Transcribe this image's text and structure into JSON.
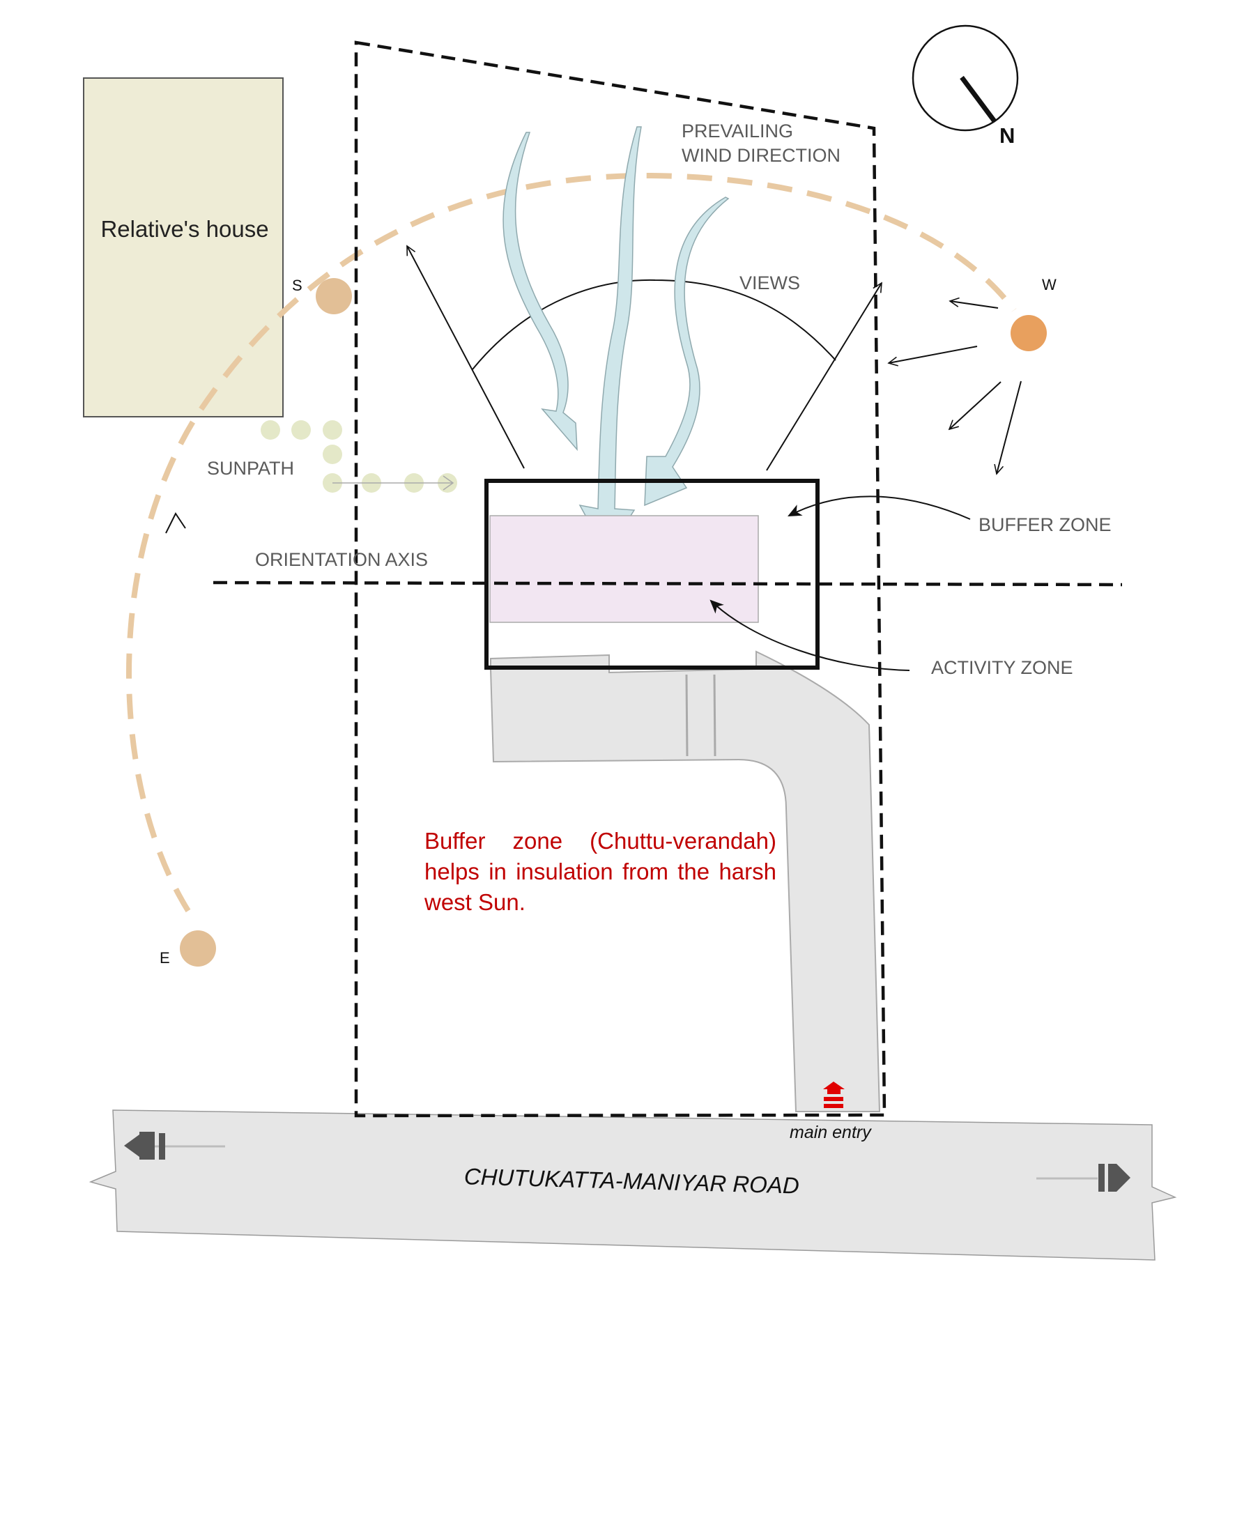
{
  "labels": {
    "relatives_house": "Relative's house",
    "prevailing_line1": "PREVAILING",
    "prevailing_line2": "WIND DIRECTION",
    "views": "VIEWS",
    "sunpath": "SUNPATH",
    "orientation_axis": "ORIENTATION AXIS",
    "buffer_zone": "BUFFER ZONE",
    "activity_zone": "ACTIVITY ZONE",
    "road": "CHUTUKATTA-MANIYAR ROAD",
    "main_entry": "main entry",
    "north": "N",
    "south": "S",
    "west": "W",
    "east": "E"
  },
  "note": "Buffer zone (Chuttu-verandah) helps in insulation from the harsh west Sun.",
  "colors": {
    "house_fill": "#eeecd6",
    "sunpath_dash": "#e8c9a2",
    "sun_pale": "#e2bf96",
    "sun_west": "#e8a05e",
    "wind": "#cfe6ea",
    "activity_zone_fill": "#f2e6f2",
    "road_fill": "#e6e6e6",
    "note_red": "#c00000",
    "entry_red": "#e00000"
  }
}
